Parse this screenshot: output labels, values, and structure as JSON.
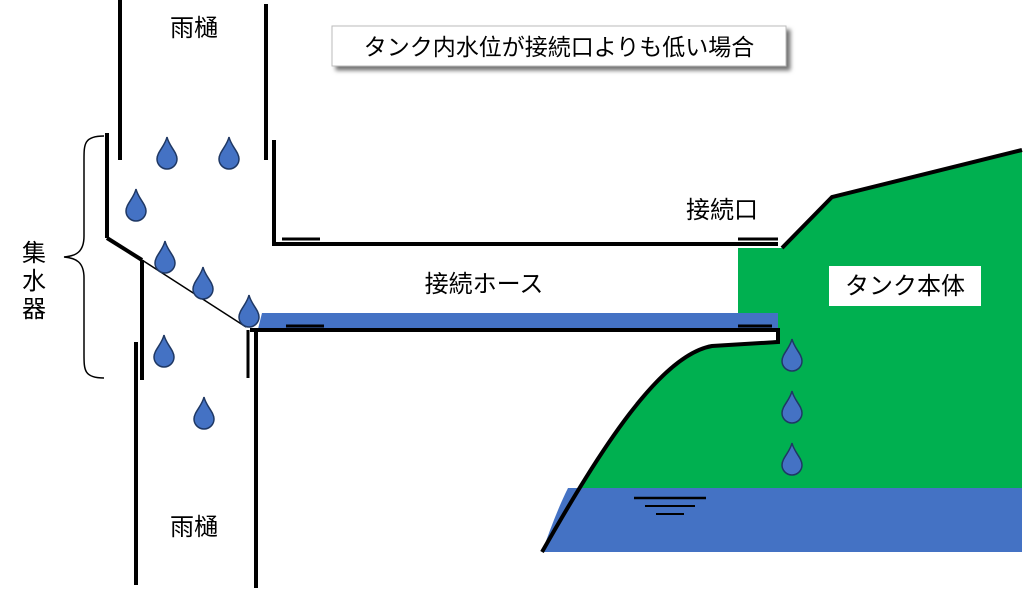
{
  "title": "タンク内水位が接続口よりも低い場合",
  "labels": {
    "gutter_upper": "雨樋",
    "gutter_lower": "雨樋",
    "collector_chars": [
      "集",
      "水",
      "器"
    ],
    "connection_port": "接続口",
    "connection_hose": "接続ホース",
    "tank_body": "タンク本体"
  },
  "colors": {
    "water": "#4472C4",
    "tank": "#00B050",
    "line": "#000000",
    "water_outline": "#1F3864"
  },
  "icons": {
    "drop": "water-drop-icon",
    "brace": "curly-brace-icon",
    "water_level": "water-level-symbol-icon"
  }
}
